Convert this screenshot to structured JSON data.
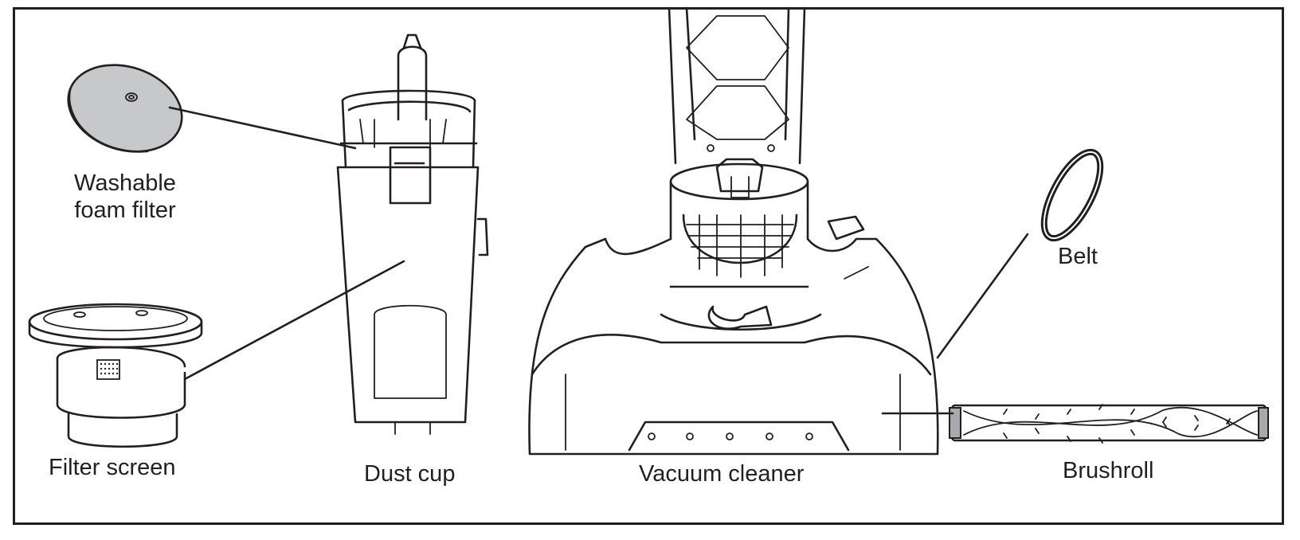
{
  "labels": {
    "foam_filter_line1": "Washable",
    "foam_filter_line2": "foam filter",
    "filter_screen": "Filter screen",
    "dust_cup": "Dust cup",
    "vacuum_cleaner": "Vacuum cleaner",
    "belt": "Belt",
    "brushroll": "Brushroll"
  },
  "colors": {
    "ink": "#231f20",
    "filter_gray": "#c7c8ca",
    "brushroll_gray": "#a7a9ac",
    "background": "#ffffff"
  }
}
